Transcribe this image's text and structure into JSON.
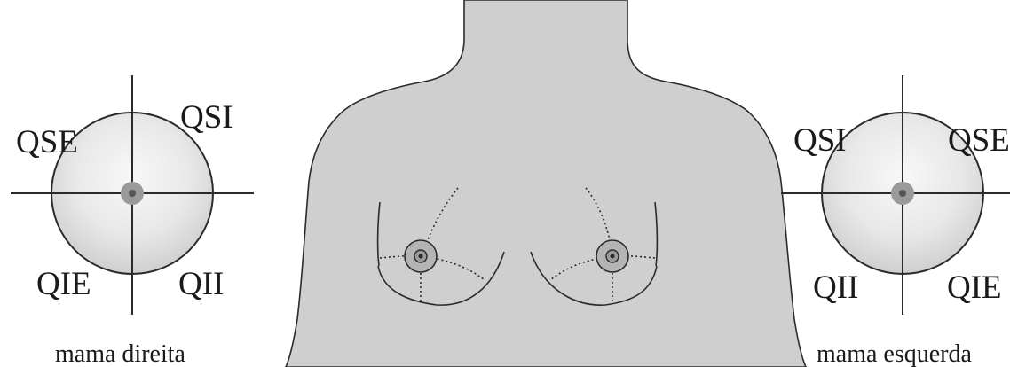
{
  "right_breast": {
    "caption": "mama direita",
    "quadrants": {
      "upper_left": "QSE",
      "upper_right": "QSI",
      "lower_left": "QIE",
      "lower_right": "QII"
    }
  },
  "left_breast": {
    "caption": "mama esquerda",
    "quadrants": {
      "upper_left": "QSI",
      "upper_right": "QSE",
      "lower_left": "QII",
      "lower_right": "QIE"
    }
  },
  "colors": {
    "torso_fill": "#cfcfcf",
    "outline": "#2b2b2b",
    "breast_disc_light": "#f7f7f7",
    "breast_disc_dark": "#cdcdcd",
    "nipple": "#9a9a9a"
  }
}
